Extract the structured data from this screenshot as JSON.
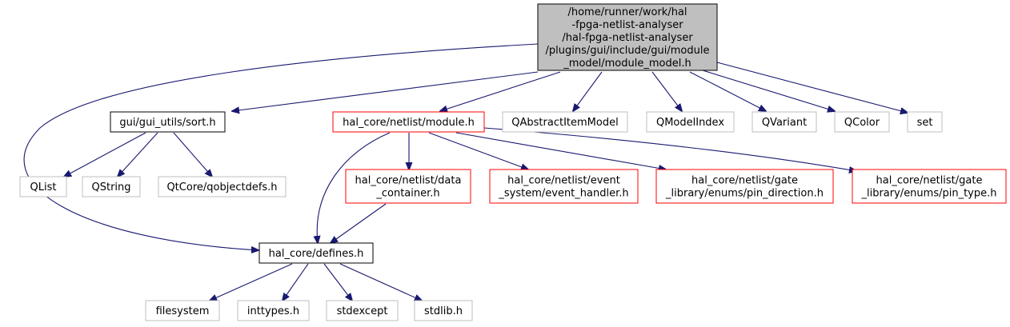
{
  "colors": {
    "edge": "#191970",
    "box_black": "#000000",
    "box_red": "#ff0000",
    "box_gray": "#bfbfbf",
    "root_fill": "#bfbfbf"
  },
  "nodes": {
    "root": [
      "/home/runner/work/hal",
      "-fpga-netlist-analyser",
      "/hal-fpga-netlist-analyser",
      "/plugins/gui/include/gui/module",
      "_model/module_model.h"
    ],
    "sort": [
      "gui/gui_utils/sort.h"
    ],
    "module": [
      "hal_core/netlist/module.h"
    ],
    "qabstractitemmodel": [
      "QAbstractItemModel"
    ],
    "qmodelindex": [
      "QModelIndex"
    ],
    "qvariant": [
      "QVariant"
    ],
    "qcolor": [
      "QColor"
    ],
    "set": [
      "set"
    ],
    "qlist": [
      "QList"
    ],
    "qstring": [
      "QString"
    ],
    "qobjectdefs": [
      "QtCore/qobjectdefs.h"
    ],
    "data_container": [
      "hal_core/netlist/data",
      "_container.h"
    ],
    "event_handler": [
      "hal_core/netlist/event",
      "_system/event_handler.h"
    ],
    "pin_direction": [
      "hal_core/netlist/gate",
      "_library/enums/pin_direction.h"
    ],
    "pin_type": [
      "hal_core/netlist/gate",
      "_library/enums/pin_type.h"
    ],
    "defines": [
      "hal_core/defines.h"
    ],
    "filesystem": [
      "filesystem"
    ],
    "inttypes": [
      "inttypes.h"
    ],
    "stdexcept": [
      "stdexcept"
    ],
    "stdlib": [
      "stdlib.h"
    ]
  }
}
